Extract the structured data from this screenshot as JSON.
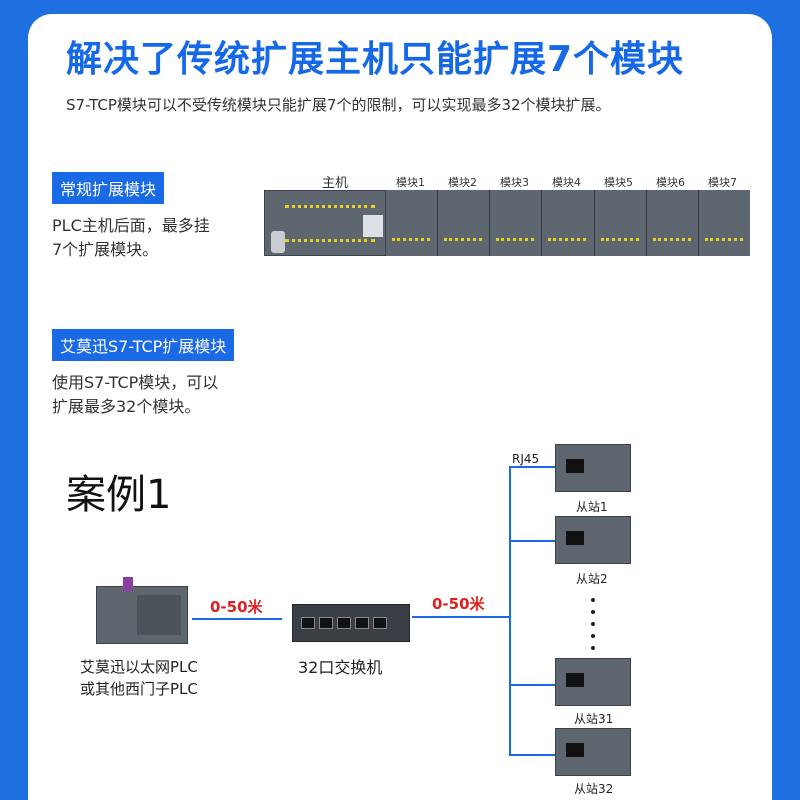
{
  "header": {
    "title": "解决了传统扩展主机只能扩展7个模块",
    "subtitle": "S7-TCP模块可以不受传统模块只能扩展7个的限制，可以实现最多32个模块扩展。"
  },
  "section1": {
    "badge": "常规扩展模块",
    "desc_line1": "PLC主机后面，最多挂",
    "desc_line2": "7个扩展模块。",
    "host_label": "主机",
    "modules": [
      "模块1",
      "模块2",
      "模块3",
      "模块4",
      "模块5",
      "模块6",
      "模块7"
    ]
  },
  "section2": {
    "badge": "艾莫迅S7-TCP扩展模块",
    "desc_line1": "使用S7-TCP模块，可以",
    "desc_line2": "扩展最多32个模块。"
  },
  "case": {
    "title": "案例1",
    "plc_label_line1": "艾莫迅以太网PLC",
    "plc_label_line2": "或其他西门子PLC",
    "distance1": "0-50米",
    "distance2": "0-50米",
    "switch_label": "32口交换机",
    "rj45": "RJ45",
    "stations": [
      "从站1",
      "从站2",
      "从站31",
      "从站32"
    ]
  }
}
